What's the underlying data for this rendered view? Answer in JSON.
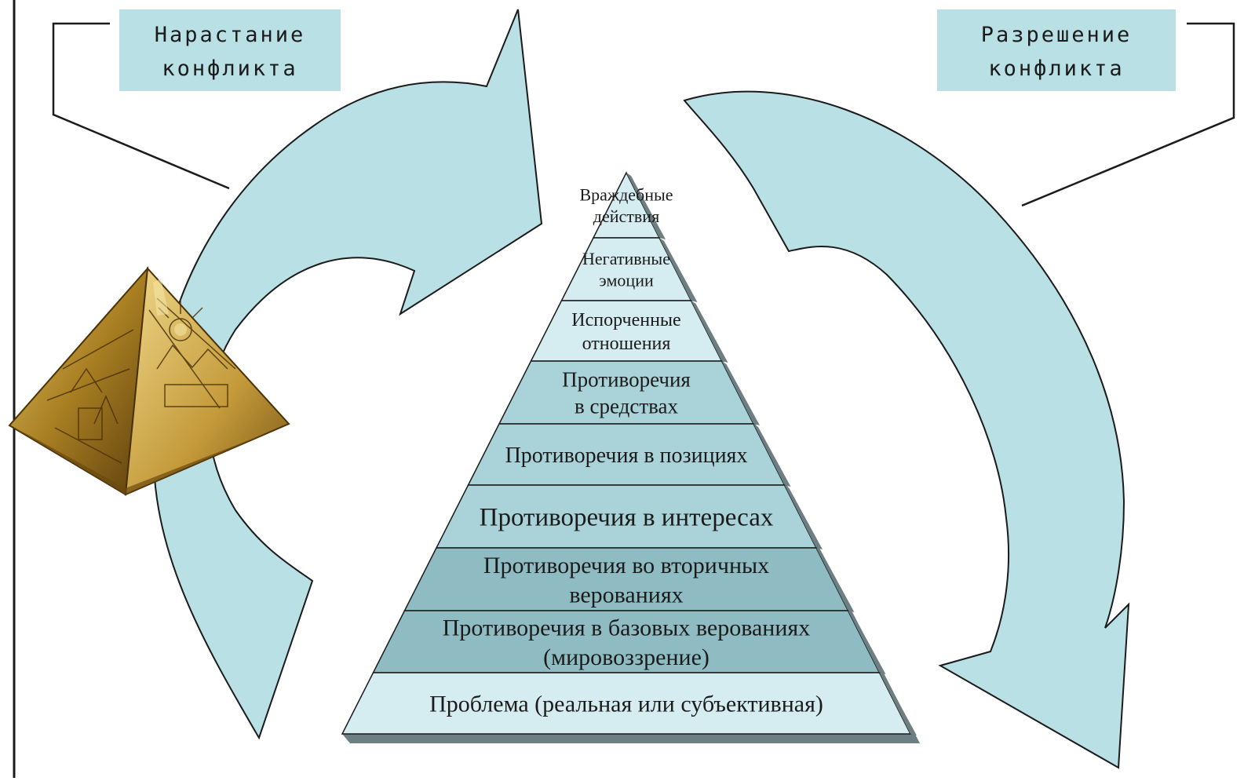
{
  "labels": {
    "left": "Нарастание\nконфликта",
    "right": "Разрешение\nконфликта"
  },
  "pyramid": {
    "levels": [
      {
        "text": [
          "Враждебные",
          "действия"
        ]
      },
      {
        "text": [
          "Негативные",
          "эмоции"
        ]
      },
      {
        "text": [
          "Испорченные",
          "отношения"
        ]
      },
      {
        "text": [
          "Противоречия",
          "в средствах"
        ]
      },
      {
        "text": [
          "Противоречия в позициях"
        ]
      },
      {
        "text": [
          "Противоречия в интересах"
        ]
      },
      {
        "text": [
          "Противоречия во вторичных",
          "верованиях"
        ]
      },
      {
        "text": [
          "Противоречия в базовых верованиях",
          "(мировоззрение)"
        ]
      },
      {
        "text": [
          "Проблема (реальная или субъективная)"
        ]
      }
    ]
  },
  "colors": {
    "arrow_fill": "#b9e0e5",
    "label_fill": "#b9e0e5",
    "pyramid_light": "#d5edf0",
    "pyramid_mid": "#a9d3d8",
    "pyramid_dark": "#8fbcc2",
    "pyramid_shadow": "#6d7f82",
    "outline": "#1b1b1b",
    "gold": "#b8902e"
  },
  "icons": {
    "decor": "egyptian-pyramid-figurine"
  }
}
